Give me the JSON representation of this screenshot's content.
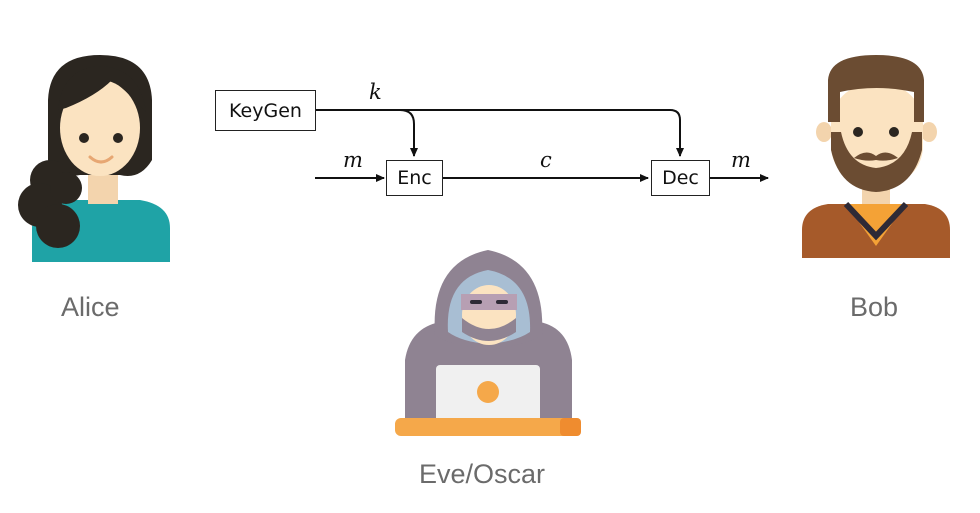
{
  "diagram": {
    "boxes": {
      "keygen": "KeyGen",
      "enc": "Enc",
      "dec": "Dec"
    },
    "variables": {
      "key": "k",
      "message_in": "m",
      "ciphertext": "c",
      "message_out": "m"
    }
  },
  "people": {
    "alice": "Alice",
    "bob": "Bob",
    "eve": "Eve/Oscar"
  },
  "colors": {
    "alice_hair": "#2b2620",
    "alice_shirt": "#1fa3a6",
    "skin": "#fbe3c1",
    "bob_hair": "#6b4c32",
    "bob_shirt": "#a65a2a",
    "bob_vest": "#f4a236",
    "eve_hood": "#8f8392",
    "eve_laptop": "#f0f0f0",
    "eve_desk": "#f5a84a"
  }
}
